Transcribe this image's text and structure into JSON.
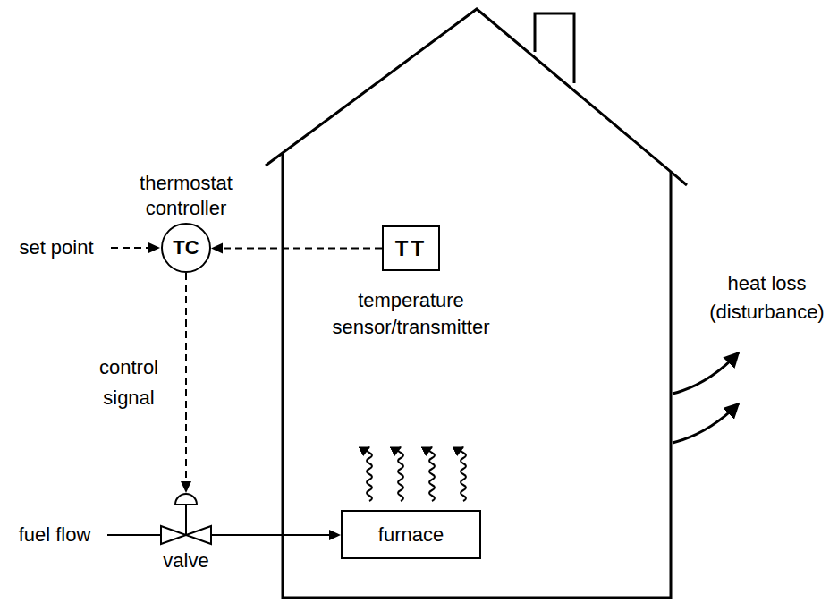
{
  "diagram": {
    "nodes": [
      {
        "text": [
          "thermostat controller",
          "TC"
        ]
      },
      {
        "text": [
          "TT",
          "temperature sensor/transmitter"
        ]
      },
      {
        "text": [
          "valve"
        ]
      },
      {
        "text": [
          "furnace"
        ]
      }
    ],
    "edges": [
      {
        "from": 1,
        "to": 0,
        "arrow": "to"
      },
      {
        "from": 0,
        "to": 2,
        "arrow": "to",
        "label": "control signal"
      },
      {
        "from": 2,
        "to": 3,
        "arrow": "to"
      }
    ],
    "labels": [
      "set point",
      "fuel flow",
      "heat loss (disturbance)"
    ]
  }
}
